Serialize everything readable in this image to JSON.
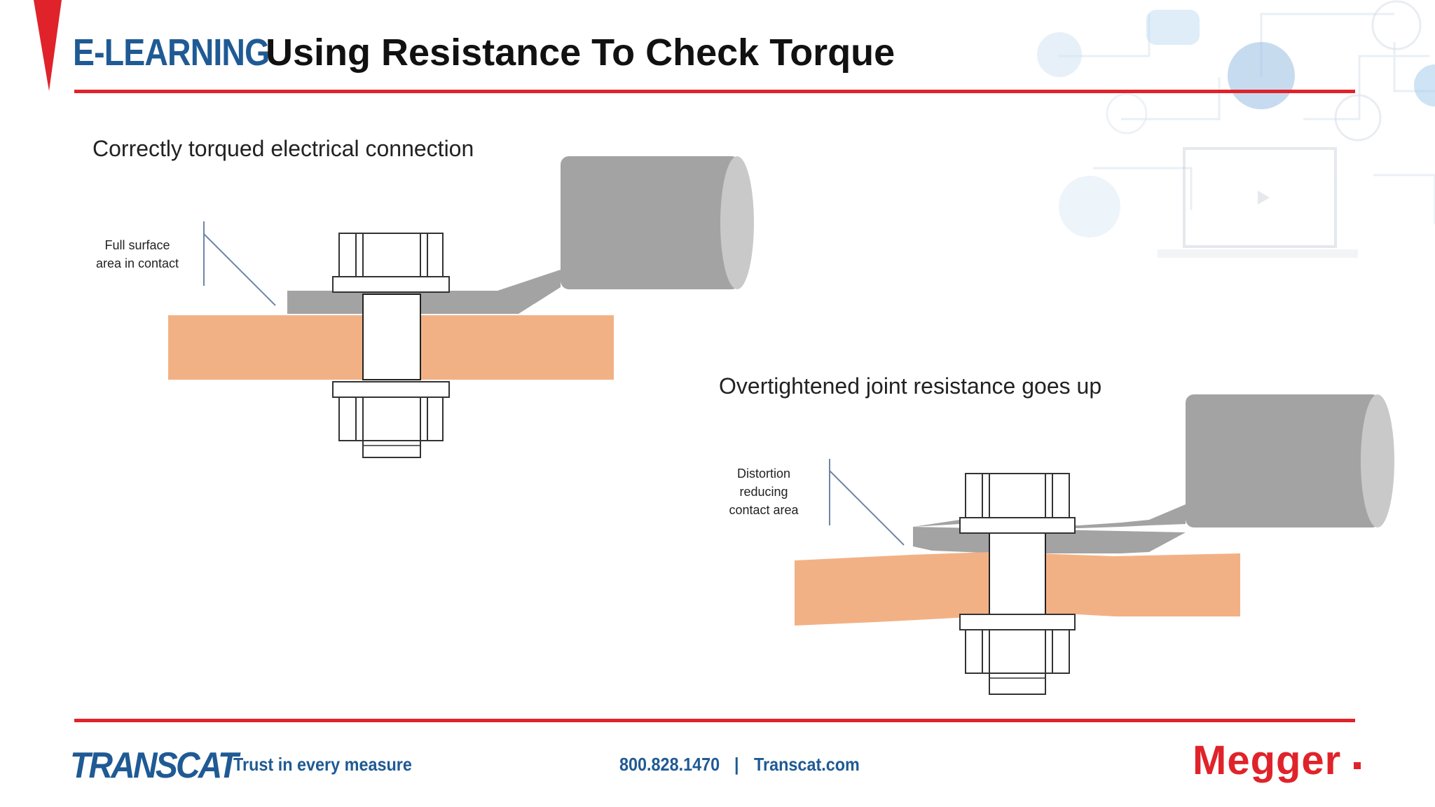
{
  "header": {
    "brand": "E-LEARNING",
    "title": "Using Resistance To Check Torque"
  },
  "diagram_correct": {
    "caption": "Correctly torqued electrical connection",
    "callout_line1": "Full surface",
    "callout_line2": "area in contact"
  },
  "diagram_overtightened": {
    "caption": "Overtightened joint resistance goes up",
    "callout_line1": "Distortion",
    "callout_line2": "reducing",
    "callout_line3": "contact area"
  },
  "footer": {
    "logo": "TRANSCAT",
    "tagline": "Trust in every measure",
    "phone": "800.828.1470",
    "separator": "|",
    "website": "Transcat.com",
    "partner_logo": "Megger"
  },
  "colors": {
    "accent_red": "#e0232a",
    "brand_blue": "#1f5a94",
    "copper": "#f2b185",
    "lug_gray": "#a3a3a3",
    "cable_end": "#c9c9c9"
  }
}
